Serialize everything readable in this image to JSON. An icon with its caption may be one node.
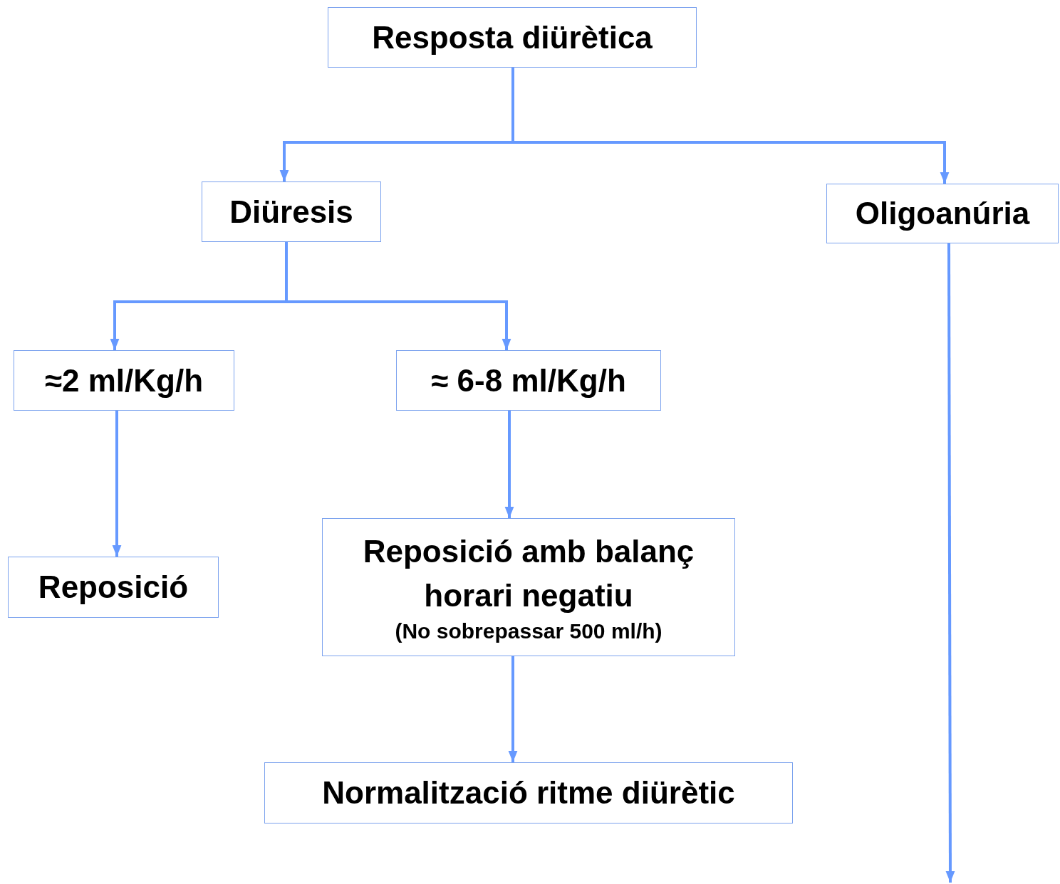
{
  "diagram": {
    "nodes": [
      {
        "text": [
          "Resposta diürètica"
        ]
      },
      {
        "text": [
          "Diüresis"
        ]
      },
      {
        "text": [
          "Oligoanúria"
        ]
      },
      {
        "text": [
          "≈2 ml/Kg/h"
        ]
      },
      {
        "text": [
          "≈ 6-8 ml/Kg/h"
        ]
      },
      {
        "text": [
          "Reposició"
        ]
      },
      {
        "text": [
          "Reposició amb balanç horari negatiu",
          "(No sobrepassar 500 ml/h)"
        ]
      },
      {
        "text": [
          "Normalització ritme diürètic"
        ]
      }
    ],
    "edges": [
      {
        "from": 0,
        "to": 1,
        "arrow": "to"
      },
      {
        "from": 0,
        "to": 2,
        "arrow": "to"
      },
      {
        "from": 1,
        "to": 3,
        "arrow": "to"
      },
      {
        "from": 1,
        "to": 4,
        "arrow": "to"
      },
      {
        "from": 3,
        "to": 5,
        "arrow": "to"
      },
      {
        "from": 4,
        "to": 6,
        "arrow": "to"
      },
      {
        "from": 6,
        "to": 7,
        "arrow": "to"
      },
      {
        "from": 2,
        "to": null,
        "arrow": "to"
      }
    ]
  }
}
